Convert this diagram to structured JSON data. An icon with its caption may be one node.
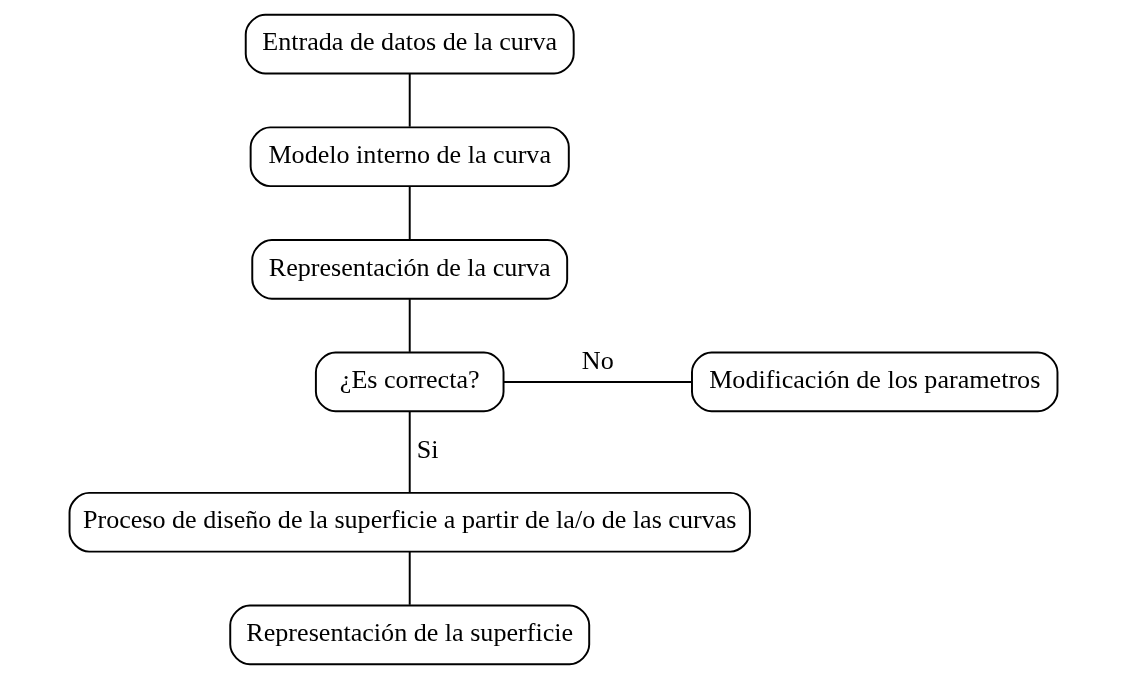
{
  "diagram": {
    "nodes": [
      {
        "text": [
          "Entrada de datos de la curva"
        ]
      },
      {
        "text": [
          "Modelo interno de la curva"
        ]
      },
      {
        "text": [
          "Representación de la curva"
        ]
      },
      {
        "text": [
          "¿Es correcta?"
        ]
      },
      {
        "text": [
          "Modificación de los parametros"
        ]
      },
      {
        "text": [
          "Proceso de diseño de la superficie a partir de la/o de las curvas"
        ]
      },
      {
        "text": [
          "Representación de la superficie"
        ]
      }
    ],
    "edges": [
      {
        "from": 0,
        "to": 1,
        "arrow": "none"
      },
      {
        "from": 1,
        "to": 2,
        "arrow": "none"
      },
      {
        "from": 2,
        "to": 3,
        "arrow": "none"
      },
      {
        "from": 3,
        "to": 4,
        "arrow": "none",
        "label": "No"
      },
      {
        "from": 3,
        "to": 5,
        "arrow": "none",
        "label": "Si"
      },
      {
        "from": 5,
        "to": 6,
        "arrow": "none"
      }
    ]
  }
}
